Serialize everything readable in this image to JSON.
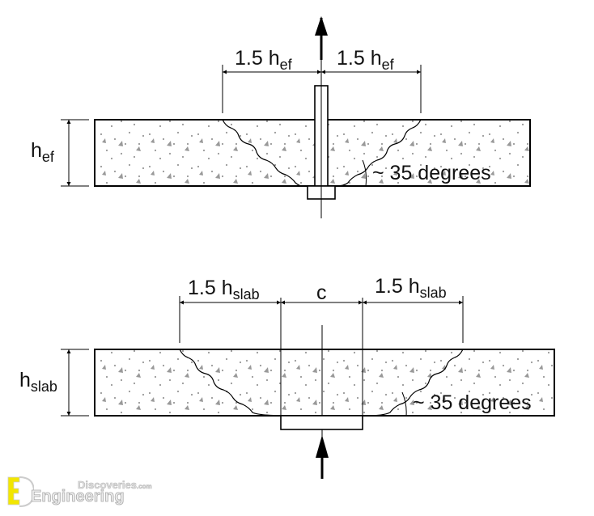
{
  "top_figure": {
    "dim_left": {
      "main": "1.5 h",
      "sub": "ef"
    },
    "dim_right": {
      "main": "1.5 h",
      "sub": "ef"
    },
    "thickness": {
      "main": "h",
      "sub": "ef"
    },
    "angle": "~ 35 degrees",
    "load_direction": "up (tension on anchor)"
  },
  "bottom_figure": {
    "dim_left": {
      "main": "1.5 h",
      "sub": "slab"
    },
    "dim_center": "c",
    "dim_right": {
      "main": "1.5 h",
      "sub": "slab"
    },
    "thickness": {
      "main": "h",
      "sub": "slab"
    },
    "angle": "~ 35 degrees",
    "load_direction": "up (punching from below)"
  },
  "watermark": {
    "line1": "Discoveries",
    "line1_suffix": ".com",
    "line2": "Engineering",
    "logo_color": "#f2e600"
  },
  "colors": {
    "line": "#000000",
    "aggregate": "#999999",
    "background": "#ffffff"
  }
}
